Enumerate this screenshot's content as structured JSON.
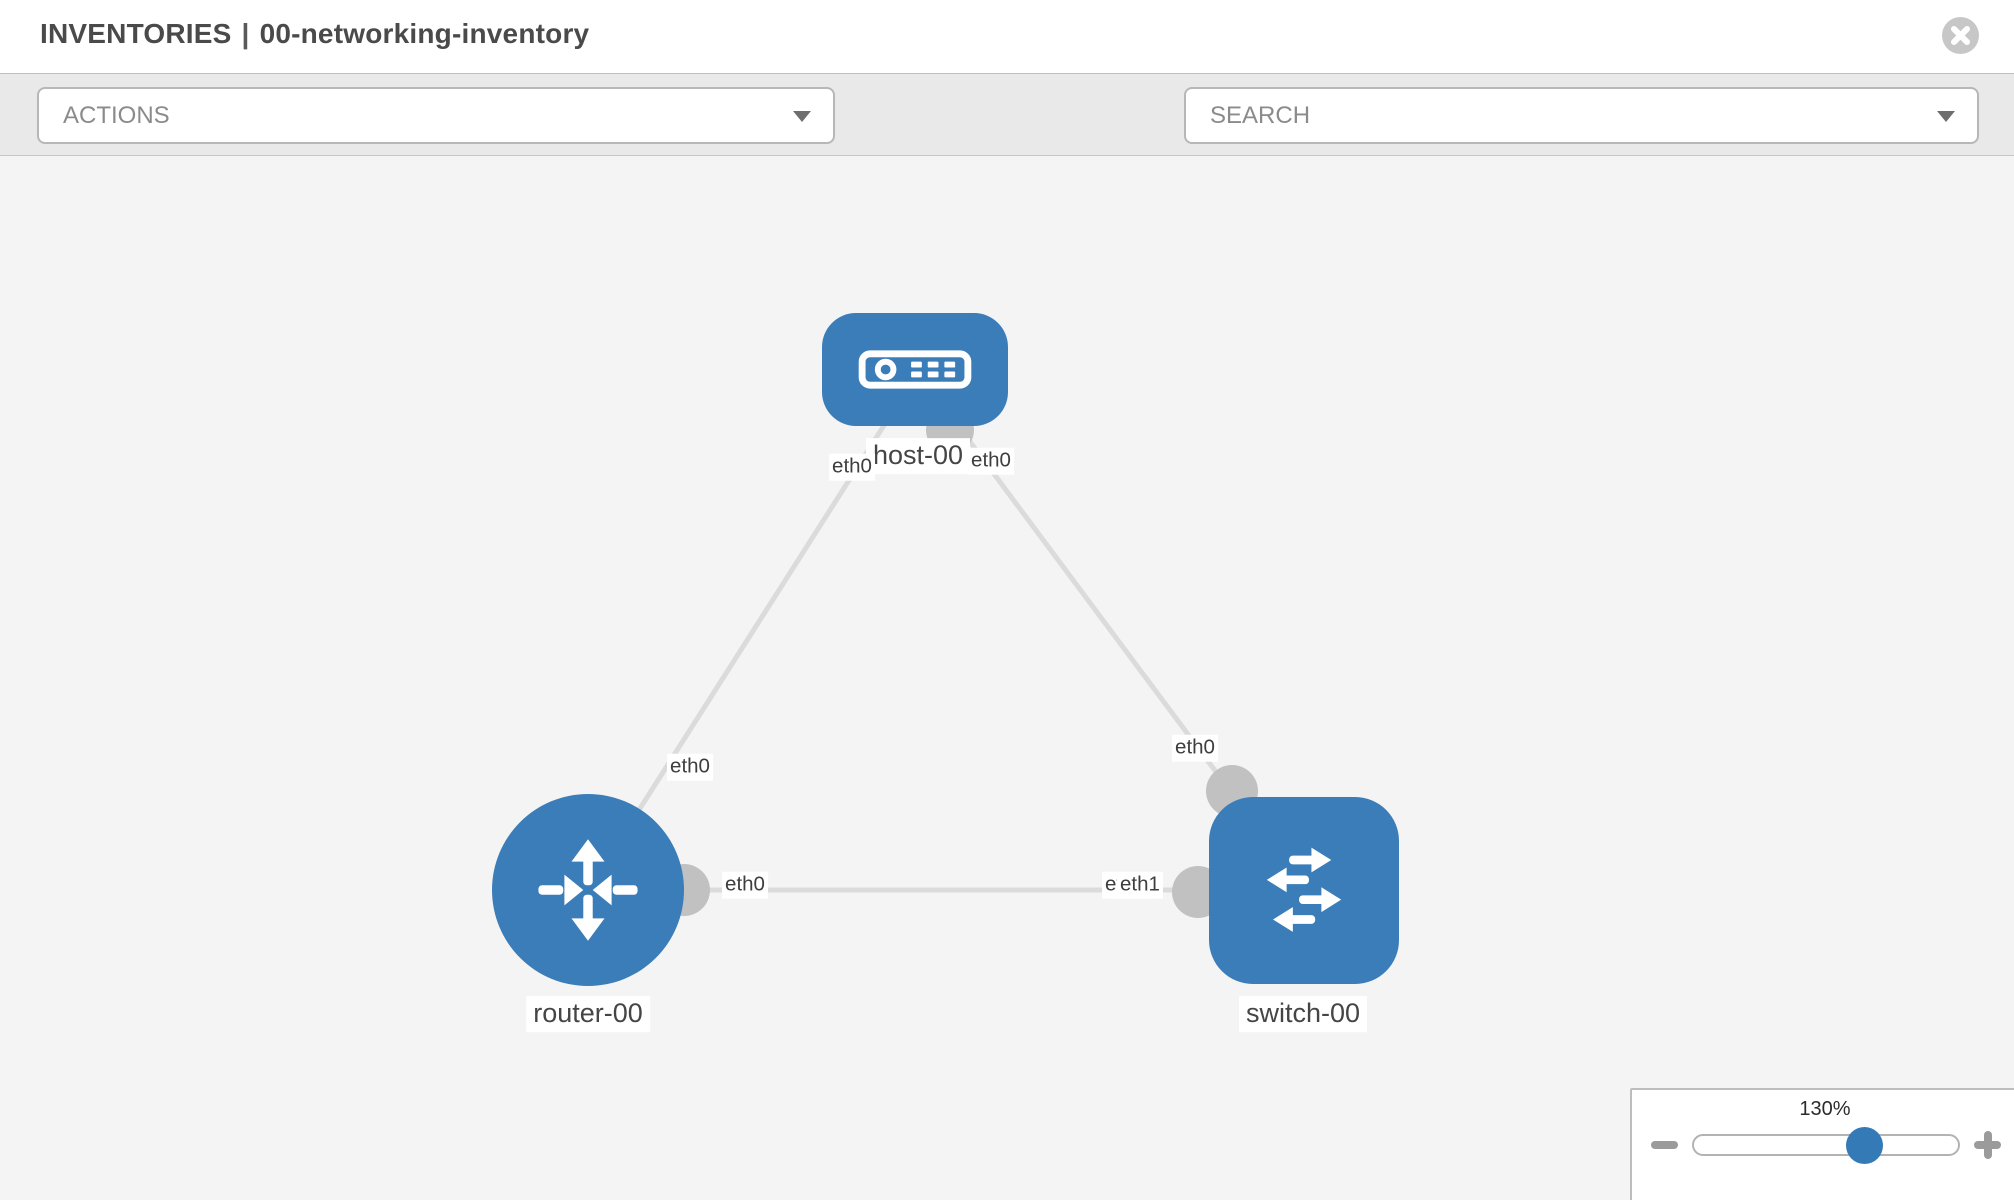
{
  "header": {
    "section": "INVENTORIES",
    "separator": "|",
    "inventory_name": "00-networking-inventory"
  },
  "toolbar": {
    "actions_label": "ACTIONS",
    "search_label": "SEARCH"
  },
  "topology": {
    "nodes": [
      {
        "name": "host-00",
        "type": "host",
        "icon": "server-icon"
      },
      {
        "name": "router-00",
        "type": "router",
        "icon": "router-arrows-icon"
      },
      {
        "name": "switch-00",
        "type": "switch",
        "icon": "switch-arrows-icon"
      }
    ],
    "links": [
      {
        "source": "host-00",
        "source_interface": "eth0",
        "target": "router-00",
        "target_interface": "eth0"
      },
      {
        "source": "host-00",
        "source_interface": "eth0",
        "target": "switch-00",
        "target_interface": "eth0"
      },
      {
        "source": "router-00",
        "source_interface": "eth0",
        "target": "switch-00",
        "target_interface": "eth1"
      }
    ],
    "overlapped_interface_label": "eth0"
  },
  "zoom_control": {
    "level": "130%"
  },
  "colors": {
    "node_blue": "#3a7db8",
    "handle_blue": "#337ab7",
    "link_gray": "#dbdbdb",
    "port_gray": "#c1c1c1",
    "canvas_bg": "#f5f4f4",
    "toolbar_bg": "#e9e9e9"
  }
}
